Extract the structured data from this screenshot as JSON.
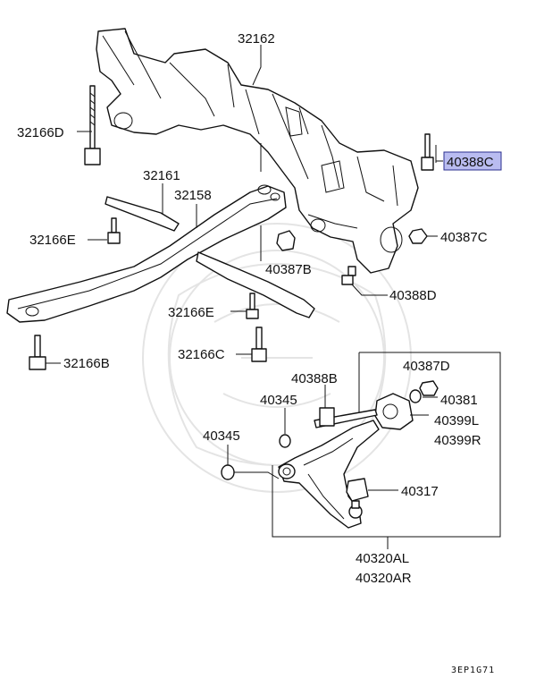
{
  "diagram": {
    "code": "3EP1G71",
    "highlight_color": "#b9bcf0",
    "labels": {
      "p32162": "32162",
      "p32166D": "32166D",
      "p40388C": "40388C",
      "p32161": "32161",
      "p32158": "32158",
      "p32166E_top": "32166E",
      "p40387C": "40387C",
      "p40387B": "40387B",
      "p40388D": "40388D",
      "p32166E_bot": "32166E",
      "p32166C": "32166C",
      "p32166B": "32166B",
      "p40387D": "40387D",
      "p40388B": "40388B",
      "p40345_a": "40345",
      "p40381": "40381",
      "p40399L": "40399L",
      "p40399R": "40399R",
      "p40345_b": "40345",
      "p40317": "40317",
      "p40320AL": "40320AL",
      "p40320AR": "40320AR"
    }
  }
}
